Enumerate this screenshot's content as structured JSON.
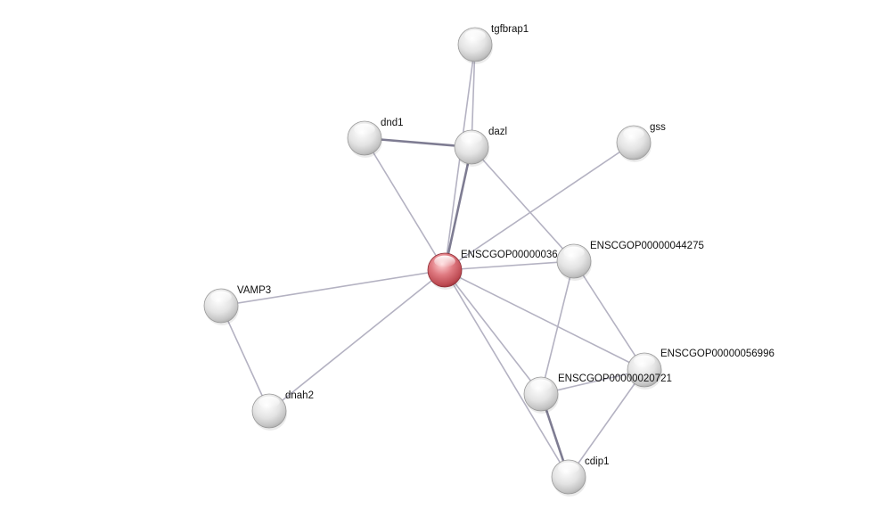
{
  "network": {
    "nodes": [
      {
        "id": "ENSCGOP00000036",
        "label": "ENSCGOP00000036",
        "query": true
      },
      {
        "id": "tgfbrap1",
        "label": "tgfbrap1",
        "query": false
      },
      {
        "id": "dnd1",
        "label": "dnd1",
        "query": false
      },
      {
        "id": "dazl",
        "label": "dazl",
        "query": false
      },
      {
        "id": "gss",
        "label": "gss",
        "query": false
      },
      {
        "id": "ENSCGOP00000044275",
        "label": "ENSCGOP00000044275",
        "query": false
      },
      {
        "id": "VAMP3",
        "label": "VAMP3",
        "query": false
      },
      {
        "id": "ENSCGOP00000056996",
        "label": "ENSCGOP00000056996",
        "query": false
      },
      {
        "id": "ENSCGOP00000020721",
        "label": "ENSCGOP00000020721",
        "query": false
      },
      {
        "id": "dnah2",
        "label": "dnah2",
        "query": false
      },
      {
        "id": "cdip1",
        "label": "cdip1",
        "query": false
      }
    ],
    "edges": [
      {
        "source": "ENSCGOP00000036",
        "target": "tgfbrap1",
        "strong": false
      },
      {
        "source": "ENSCGOP00000036",
        "target": "dazl",
        "strong": true
      },
      {
        "source": "ENSCGOP00000036",
        "target": "dnd1",
        "strong": false
      },
      {
        "source": "ENSCGOP00000036",
        "target": "gss",
        "strong": false
      },
      {
        "source": "ENSCGOP00000036",
        "target": "ENSCGOP00000044275",
        "strong": false
      },
      {
        "source": "ENSCGOP00000036",
        "target": "VAMP3",
        "strong": false
      },
      {
        "source": "ENSCGOP00000036",
        "target": "dnah2",
        "strong": false
      },
      {
        "source": "ENSCGOP00000036",
        "target": "ENSCGOP00000056996",
        "strong": false
      },
      {
        "source": "ENSCGOP00000036",
        "target": "ENSCGOP00000020721",
        "strong": false
      },
      {
        "source": "ENSCGOP00000036",
        "target": "cdip1",
        "strong": false
      },
      {
        "source": "dnd1",
        "target": "dazl",
        "strong": true
      },
      {
        "source": "dazl",
        "target": "tgfbrap1",
        "strong": false
      },
      {
        "source": "dazl",
        "target": "ENSCGOP00000044275",
        "strong": false
      },
      {
        "source": "VAMP3",
        "target": "dnah2",
        "strong": false
      },
      {
        "source": "ENSCGOP00000044275",
        "target": "ENSCGOP00000020721",
        "strong": false
      },
      {
        "source": "ENSCGOP00000044275",
        "target": "ENSCGOP00000056996",
        "strong": false
      },
      {
        "source": "ENSCGOP00000020721",
        "target": "ENSCGOP00000056996",
        "strong": false
      },
      {
        "source": "ENSCGOP00000020721",
        "target": "cdip1",
        "strong": true
      },
      {
        "source": "ENSCGOP00000056996",
        "target": "cdip1",
        "strong": false
      }
    ],
    "colors": {
      "edge": "#b4b2c2",
      "edge_strong": "#7e7c92",
      "node_default": "#d6d6d6",
      "node_query": "#c9525a",
      "label": "#111111",
      "background": "#ffffff"
    }
  }
}
